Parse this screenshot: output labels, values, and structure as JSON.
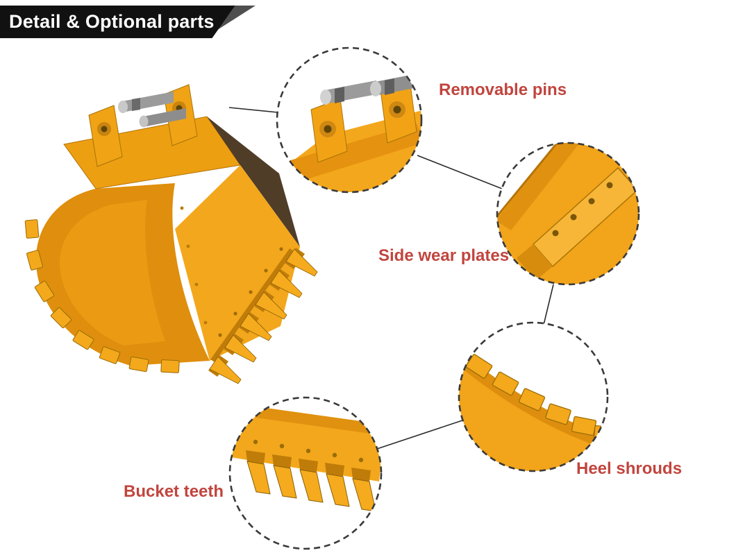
{
  "header": {
    "title": "Detail & Optional parts"
  },
  "figure": {
    "type": "annotated-product-photo",
    "subject": "yellow excavator digging bucket"
  },
  "callouts": [
    {
      "id": "removable-pins",
      "label": "Removable pins"
    },
    {
      "id": "side-wear-plates",
      "label": "Side wear plates"
    },
    {
      "id": "heel-shrouds",
      "label": "Heel shrouds"
    },
    {
      "id": "bucket-teeth",
      "label": "Bucket teeth"
    }
  ],
  "colors": {
    "banner_bg": "#111111",
    "banner_accent": "#4f4f4f",
    "banner_text": "#ffffff",
    "label_red": "#c1453e",
    "callout_border": "#3a3a3a",
    "connector": "#2b2b2b",
    "bucket_yellow": "#f3a71c",
    "bucket_shade": "#df8e0d",
    "bucket_dark": "#c87f0c",
    "interior_dark": "#503d28",
    "pin_gray": "#9b9b9b",
    "background": "#ffffff"
  }
}
